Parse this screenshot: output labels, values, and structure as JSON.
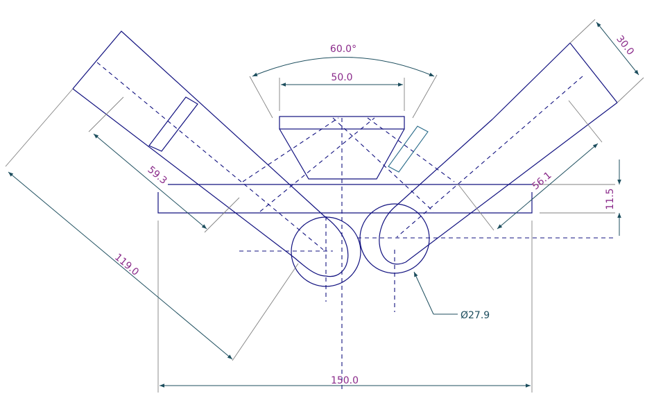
{
  "drawing": {
    "dimensions": {
      "angle": "60.0°",
      "top_width": "50.0",
      "arm_width": "30.0",
      "left_arm_offset": "59.3",
      "right_arm_offset": "56.1",
      "plate_height": "11.5",
      "arm_length": "119.0",
      "overall_width": "150.0",
      "roller_diameter": "Ø27.9"
    },
    "colors": {
      "object": "#10107f",
      "dimension": "#1d4e5e",
      "text": "#8a2a8a"
    }
  }
}
